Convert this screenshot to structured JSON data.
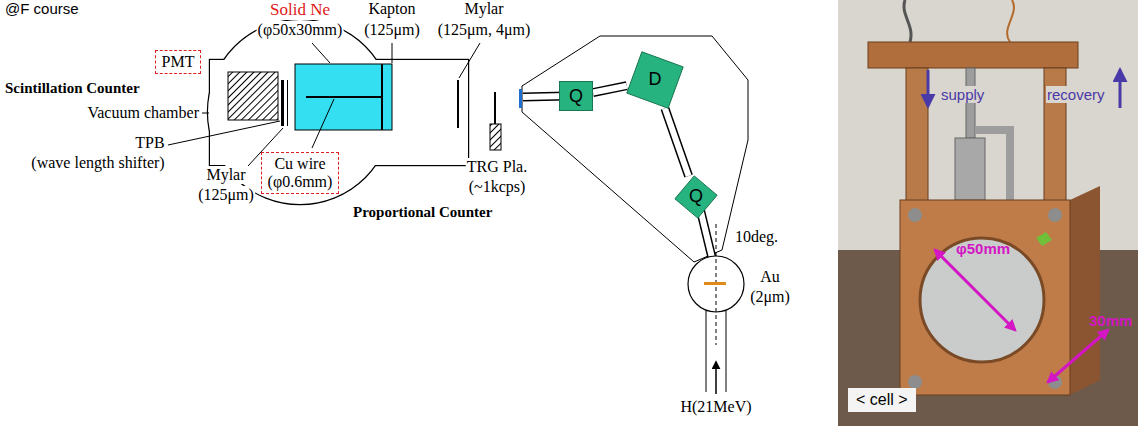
{
  "diagram": {
    "nodes": [
      {
        "text": [
          "PMT"
        ]
      },
      {
        "text": [
          "Cu wire",
          "(φ0.6mm)"
        ]
      },
      {
        "text": [
          "Q"
        ]
      },
      {
        "text": [
          "D"
        ]
      },
      {
        "text": [
          "Q"
        ]
      }
    ],
    "edges": [
      {
        "from": 2,
        "to": 3,
        "arrow": "none"
      },
      {
        "from": 3,
        "to": 4,
        "arrow": "none"
      }
    ],
    "labels": [
      "@F course",
      "Solid Ne",
      "(φ50x30mm)",
      "Kapton",
      "(125μm)",
      "Mylar",
      "(125μm, 4μm)",
      "Scintillation Counter",
      "Vacuum chamber",
      "TPB",
      "(wave length shifter)",
      "Mylar",
      "(125μm)",
      "Proportional Counter",
      "TRG Pla.",
      "(~1kcps)",
      "10deg.",
      "Au",
      "(2μm)",
      "H(21MeV)",
      "supply",
      "recovery",
      "φ50mm",
      "30mm",
      "< cell >"
    ]
  }
}
